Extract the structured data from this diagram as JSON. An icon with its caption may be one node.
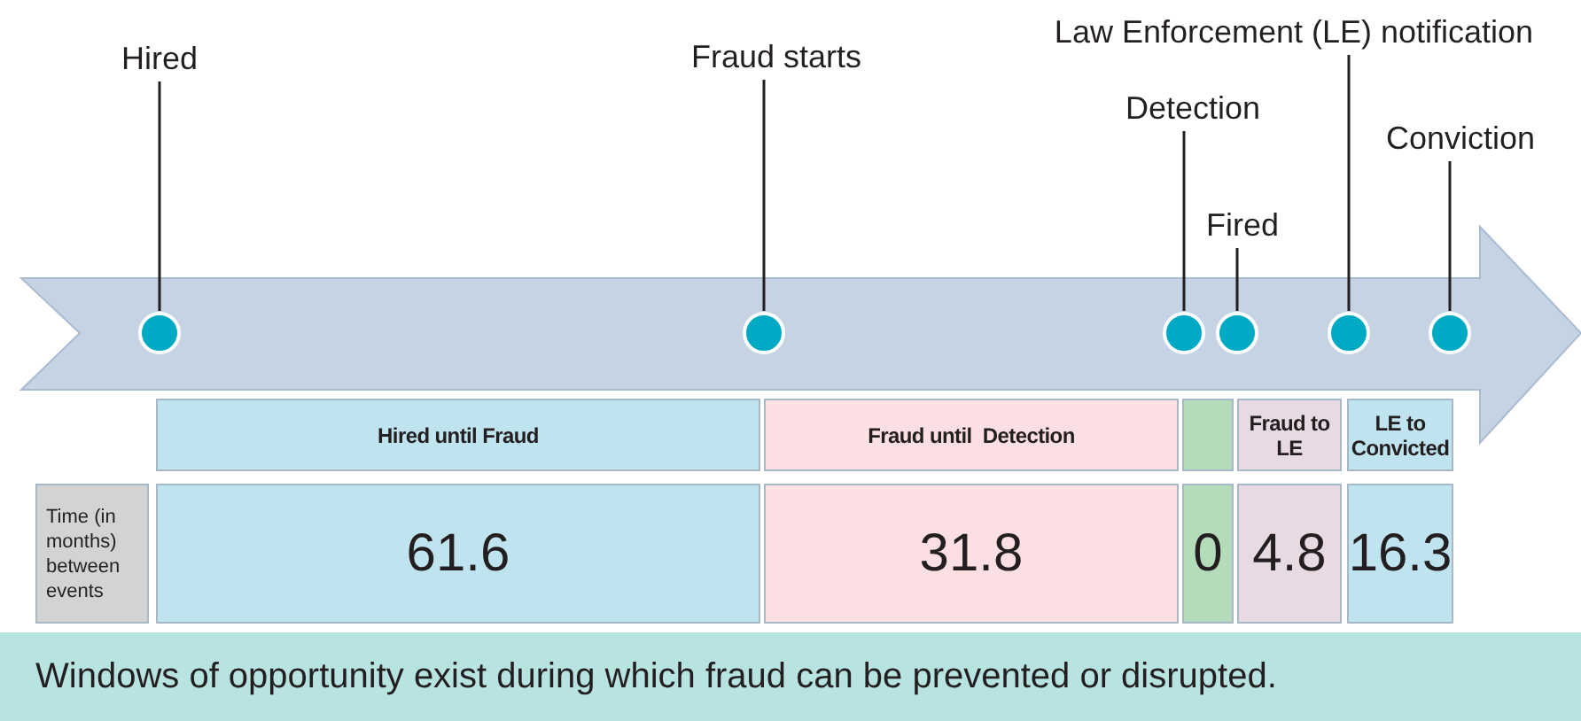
{
  "diagram": {
    "caption": "Windows of opportunity exist during which fraud can be prevented or disrupted.",
    "nodes": [
      {
        "text": [
          "Hired"
        ]
      },
      {
        "text": [],
        "shape": "circle"
      },
      {
        "text": [
          "Fraud starts"
        ]
      },
      {
        "text": [],
        "shape": "circle"
      },
      {
        "text": [
          "Detection"
        ]
      },
      {
        "text": [],
        "shape": "circle"
      },
      {
        "text": [
          "Fired"
        ]
      },
      {
        "text": [],
        "shape": "circle"
      },
      {
        "text": [
          "Law Enforcement (LE) notification"
        ]
      },
      {
        "text": [],
        "shape": "circle"
      },
      {
        "text": [
          "Conviction"
        ]
      },
      {
        "text": [],
        "shape": "circle"
      }
    ],
    "edges": [
      {
        "from": 0,
        "to": 1,
        "arrow": "none"
      },
      {
        "from": 2,
        "to": 3,
        "arrow": "none"
      },
      {
        "from": 4,
        "to": 5,
        "arrow": "none"
      },
      {
        "from": 6,
        "to": 7,
        "arrow": "none"
      },
      {
        "from": 8,
        "to": 9,
        "arrow": "none"
      },
      {
        "from": 10,
        "to": 11,
        "arrow": "none"
      }
    ],
    "labels": [
      "Hired until Fraud",
      "Fraud until  Detection",
      "Fraud to LE",
      "LE to Convicted",
      "Time (in months) between events",
      "61.6",
      "31.8",
      "0",
      "4.8",
      "16.3"
    ]
  }
}
